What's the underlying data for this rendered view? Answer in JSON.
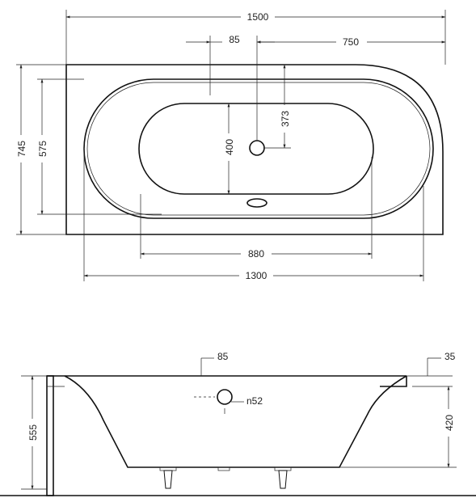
{
  "top_view": {
    "overall_length": "1500",
    "drain_offset": "85",
    "drain_to_corner": "750",
    "overall_width": "745",
    "inner_width": "575",
    "drain_from_wall": "373",
    "bottom_width": "400",
    "bottom_length": "880",
    "inner_length": "1300"
  },
  "side_view": {
    "overflow_offset": "85",
    "rim_thickness": "35",
    "overall_height": "555",
    "inner_depth": "420",
    "overflow_diameter": "n52"
  }
}
